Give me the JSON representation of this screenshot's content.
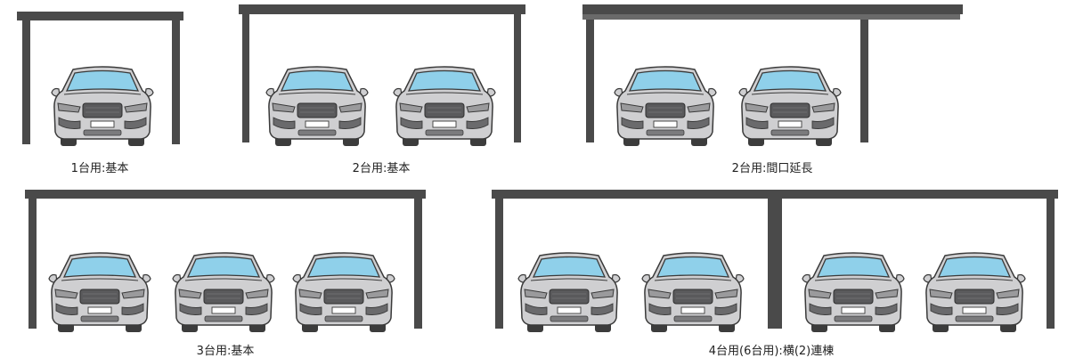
{
  "colors": {
    "structure": "#4a4a4a",
    "structure_dark": "#333333",
    "car_body": "#cfcfd1",
    "car_outline": "#3a3a3a",
    "windshield": "#8fd0ea",
    "tire": "#3c3c3c"
  },
  "layouts": [
    {
      "id": "layout-1car",
      "caption": "1台用:基本",
      "cars": 1
    },
    {
      "id": "layout-2car-basic",
      "caption": "2台用:基本",
      "cars": 2
    },
    {
      "id": "layout-2car-wide",
      "caption": "2台用:間口延長",
      "cars": 2
    },
    {
      "id": "layout-3car",
      "caption": "3台用:基本",
      "cars": 3
    },
    {
      "id": "layout-4car",
      "caption": "4台用(6台用):横(2)連棟",
      "cars": 4
    }
  ]
}
